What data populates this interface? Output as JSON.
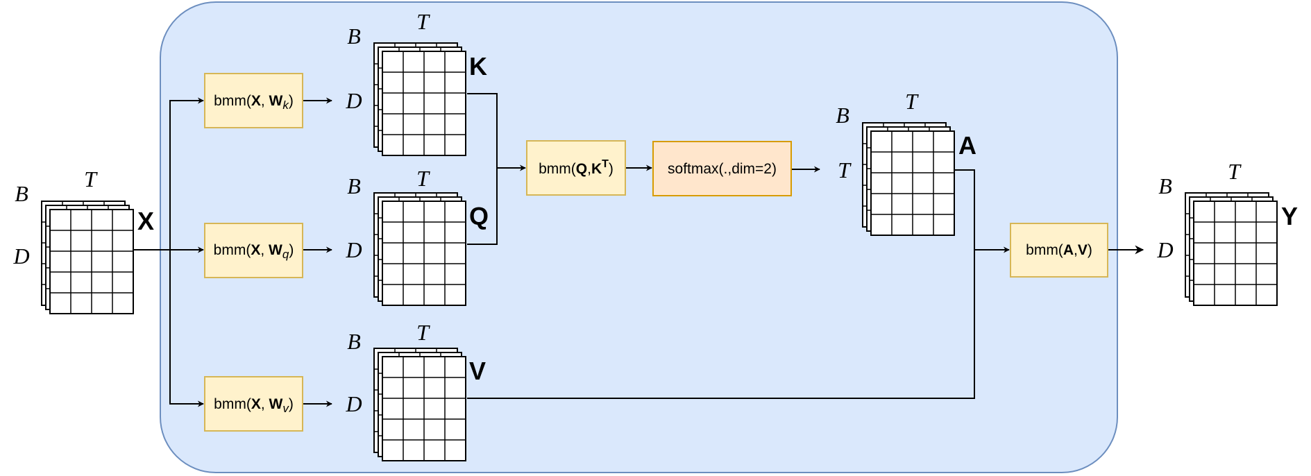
{
  "colors": {
    "panel_fill": "#dae8fc",
    "panel_stroke": "#6c8ebf",
    "op_fill": "#fff2cc",
    "op_stroke": "#d6b656",
    "softmax_fill": "#ffe6cc",
    "softmax_stroke": "#d79b00"
  },
  "tensors": {
    "x": {
      "name": "X",
      "dim1": "B",
      "dim2": "D",
      "dim3": "T"
    },
    "k": {
      "name": "K",
      "dim1": "B",
      "dim2": "D",
      "dim3": "T"
    },
    "q": {
      "name": "Q",
      "dim1": "B",
      "dim2": "D",
      "dim3": "T"
    },
    "v": {
      "name": "V",
      "dim1": "B",
      "dim2": "D",
      "dim3": "T"
    },
    "a": {
      "name": "A",
      "dim1": "B",
      "dim2": "T",
      "dim3": "T"
    },
    "y": {
      "name": "Y",
      "dim1": "B",
      "dim2": "D",
      "dim3": "T"
    }
  },
  "ops": {
    "bmm_k": {
      "pre": "bmm(",
      "b1": "X",
      "mid": ", ",
      "b2": "W",
      "sub": "k",
      "post": ")"
    },
    "bmm_q": {
      "pre": "bmm(",
      "b1": "X",
      "mid": ", ",
      "b2": "W",
      "sub": "q",
      "post": ")"
    },
    "bmm_v": {
      "pre": "bmm(",
      "b1": "X",
      "mid": ", ",
      "b2": "W",
      "sub": "v",
      "post": ")"
    },
    "bmm_qk": {
      "pre": "bmm(",
      "b1": "Q",
      "mid": ",",
      "b2": "K",
      "sup": "T",
      "post": ")"
    },
    "softmax": {
      "label": "softmax(.,dim=2)"
    },
    "bmm_av": {
      "pre": "bmm(",
      "b1": "A",
      "mid": ",",
      "b2": "V",
      "post": ")"
    }
  }
}
